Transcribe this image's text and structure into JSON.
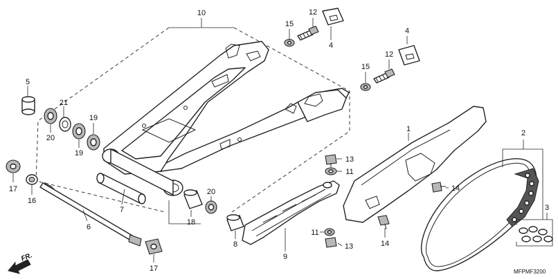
{
  "callouts": {
    "n10": "10",
    "n12a": "12",
    "n15a": "15",
    "n4a": "4",
    "n12b": "12",
    "n15b": "15",
    "n4b": "4",
    "n5": "5",
    "n21": "21",
    "n20a": "20",
    "n19a": "19",
    "n19b": "19",
    "n1": "1",
    "n2": "2",
    "n3": "3",
    "n13a": "13",
    "n11a": "11",
    "n14a": "14",
    "n17a": "17",
    "n16": "16",
    "n7": "7",
    "n6": "6",
    "n20b": "20",
    "n18": "18",
    "n8": "8",
    "n9": "9",
    "n11b": "11",
    "n13b": "13",
    "n14b": "14",
    "n17b": "17"
  },
  "labels": {
    "front_direction": "FR.",
    "diagram_code": "MFPMF3200"
  }
}
